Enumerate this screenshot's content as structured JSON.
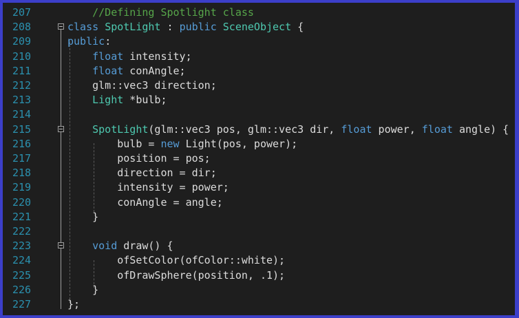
{
  "editor": {
    "lines": [
      {
        "num": "207",
        "tokens": [
          {
            "t": "    //Defining Spotlight class",
            "c": "cm"
          }
        ]
      },
      {
        "num": "208",
        "fold": true,
        "tokens": [
          {
            "t": "class ",
            "c": "kw"
          },
          {
            "t": "SpotLight",
            "c": "ty"
          },
          {
            "t": " : ",
            "c": "tx"
          },
          {
            "t": "public ",
            "c": "kw"
          },
          {
            "t": "SceneObject",
            "c": "ty"
          },
          {
            "t": " {",
            "c": "tx"
          }
        ]
      },
      {
        "num": "209",
        "tokens": [
          {
            "t": "public",
            "c": "kw"
          },
          {
            "t": ":",
            "c": "tx"
          }
        ]
      },
      {
        "num": "210",
        "tokens": [
          {
            "t": "    ",
            "c": "tx"
          },
          {
            "t": "float",
            "c": "kw"
          },
          {
            "t": " intensity;",
            "c": "tx"
          }
        ]
      },
      {
        "num": "211",
        "tokens": [
          {
            "t": "    ",
            "c": "tx"
          },
          {
            "t": "float",
            "c": "kw"
          },
          {
            "t": " conAngle;",
            "c": "tx"
          }
        ]
      },
      {
        "num": "212",
        "tokens": [
          {
            "t": "    glm::vec3 direction;",
            "c": "tx"
          }
        ]
      },
      {
        "num": "213",
        "tokens": [
          {
            "t": "    ",
            "c": "tx"
          },
          {
            "t": "Light",
            "c": "ty"
          },
          {
            "t": " *bulb;",
            "c": "tx"
          }
        ]
      },
      {
        "num": "214",
        "tokens": []
      },
      {
        "num": "215",
        "fold": true,
        "tokens": [
          {
            "t": "    ",
            "c": "tx"
          },
          {
            "t": "SpotLight",
            "c": "ty"
          },
          {
            "t": "(glm::vec3 pos, glm::vec3 dir, ",
            "c": "tx"
          },
          {
            "t": "float",
            "c": "kw"
          },
          {
            "t": " power, ",
            "c": "tx"
          },
          {
            "t": "float",
            "c": "kw"
          },
          {
            "t": " angle) {",
            "c": "tx"
          }
        ]
      },
      {
        "num": "216",
        "tokens": [
          {
            "t": "        bulb = ",
            "c": "tx"
          },
          {
            "t": "new",
            "c": "kw"
          },
          {
            "t": " Light(pos, power);",
            "c": "tx"
          }
        ]
      },
      {
        "num": "217",
        "tokens": [
          {
            "t": "        position = pos;",
            "c": "tx"
          }
        ]
      },
      {
        "num": "218",
        "tokens": [
          {
            "t": "        direction = dir;",
            "c": "tx"
          }
        ]
      },
      {
        "num": "219",
        "tokens": [
          {
            "t": "        intensity = power;",
            "c": "tx"
          }
        ]
      },
      {
        "num": "220",
        "tokens": [
          {
            "t": "        conAngle = angle;",
            "c": "tx"
          }
        ]
      },
      {
        "num": "221",
        "tokens": [
          {
            "t": "    }",
            "c": "tx"
          }
        ]
      },
      {
        "num": "222",
        "tokens": []
      },
      {
        "num": "223",
        "fold": true,
        "tokens": [
          {
            "t": "    ",
            "c": "tx"
          },
          {
            "t": "void",
            "c": "kw"
          },
          {
            "t": " draw() {",
            "c": "tx"
          }
        ]
      },
      {
        "num": "224",
        "tokens": [
          {
            "t": "        ofSetColor(ofColor::white);",
            "c": "tx"
          }
        ]
      },
      {
        "num": "225",
        "tokens": [
          {
            "t": "        ofDrawSphere(position, .1);",
            "c": "tx"
          }
        ]
      },
      {
        "num": "226",
        "tokens": [
          {
            "t": "    }",
            "c": "tx"
          }
        ]
      },
      {
        "num": "227",
        "tokens": [
          {
            "t": "};",
            "c": "tx"
          }
        ]
      }
    ]
  }
}
